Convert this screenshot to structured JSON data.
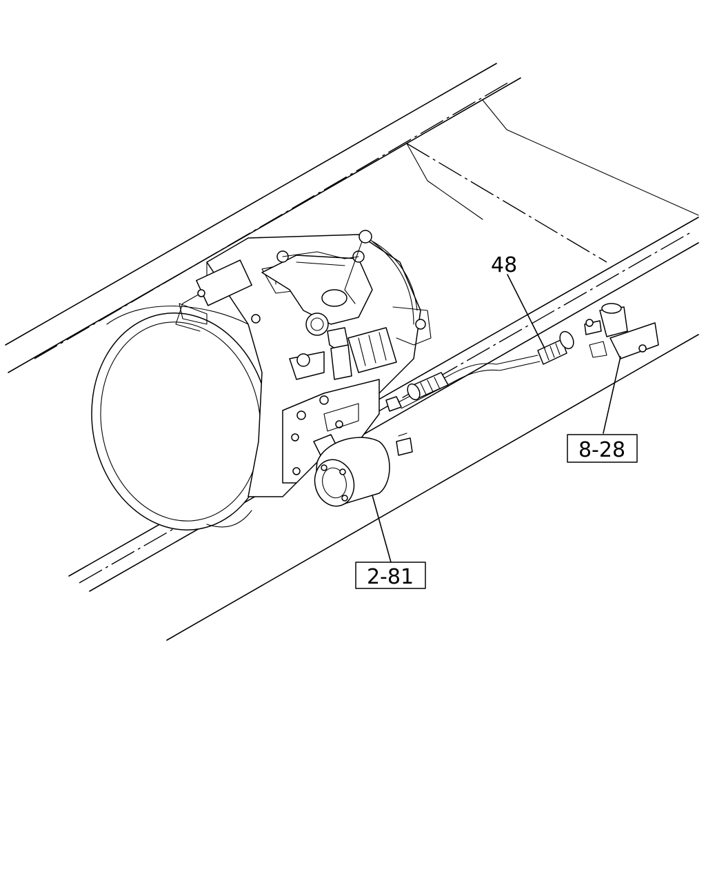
{
  "callouts": {
    "part_48": "48",
    "ref_8_28": "8-28",
    "ref_2_81": "2-81"
  },
  "colors": {
    "line": "#000000",
    "background": "#ffffff"
  }
}
